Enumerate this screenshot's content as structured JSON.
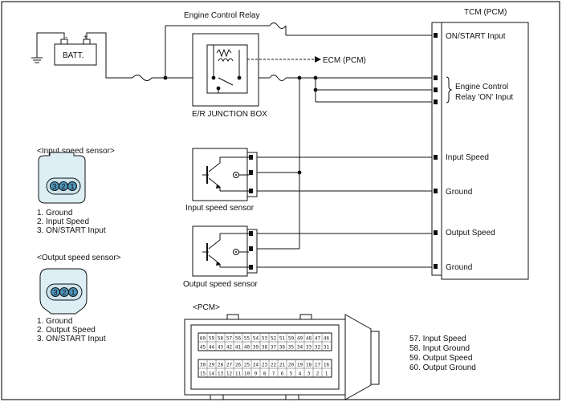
{
  "relay_title": "Engine Control Relay",
  "tcm_title": "TCM (PCM)",
  "battery_label": "BATT.",
  "ecm_label": "ECM (PCM)",
  "junction_box_label": "E/R JUNCTION BOX",
  "tcm_pins": {
    "on_start": "ON/START Input",
    "relay_line1": "Engine Control",
    "relay_line2": "Relay 'ON' Input",
    "input_speed": "Input Speed",
    "ground1": "Ground",
    "output_speed": "Output Speed",
    "ground2": "Ground"
  },
  "input_sensor": {
    "heading": "<Input speed sensor>",
    "caption": "Input speed sensor",
    "pins": [
      "3",
      "2",
      "1"
    ],
    "legend": [
      "1. Ground",
      "2. Input Speed",
      "3. ON/START Input"
    ]
  },
  "output_sensor": {
    "heading": "<Output speed sensor>",
    "caption": "Output speed sensor",
    "pins": [
      "3",
      "2",
      "1"
    ],
    "legend": [
      "1. Ground",
      "2. Output Speed",
      "3. ON/START Input"
    ]
  },
  "pcm": {
    "heading": "<PCM>",
    "row1": [
      "60",
      "59",
      "58",
      "57",
      "56",
      "55",
      "54",
      "53",
      "52",
      "51",
      "50",
      "49",
      "48",
      "47",
      "46"
    ],
    "row2": [
      "45",
      "44",
      "43",
      "42",
      "41",
      "40",
      "39",
      "38",
      "37",
      "36",
      "35",
      "34",
      "33",
      "32",
      "31"
    ],
    "row3": [
      "30",
      "29",
      "28",
      "27",
      "26",
      "25",
      "24",
      "23",
      "22",
      "21",
      "20",
      "19",
      "18",
      "17",
      "16"
    ],
    "row4": [
      "15",
      "14",
      "13",
      "12",
      "11",
      "10",
      "9",
      "8",
      "7",
      "6",
      "5",
      "4",
      "3",
      "2",
      "1"
    ],
    "legend": [
      "57. Input Speed",
      "58. Input Ground",
      "59. Output Speed",
      "60. Output Ground"
    ]
  }
}
